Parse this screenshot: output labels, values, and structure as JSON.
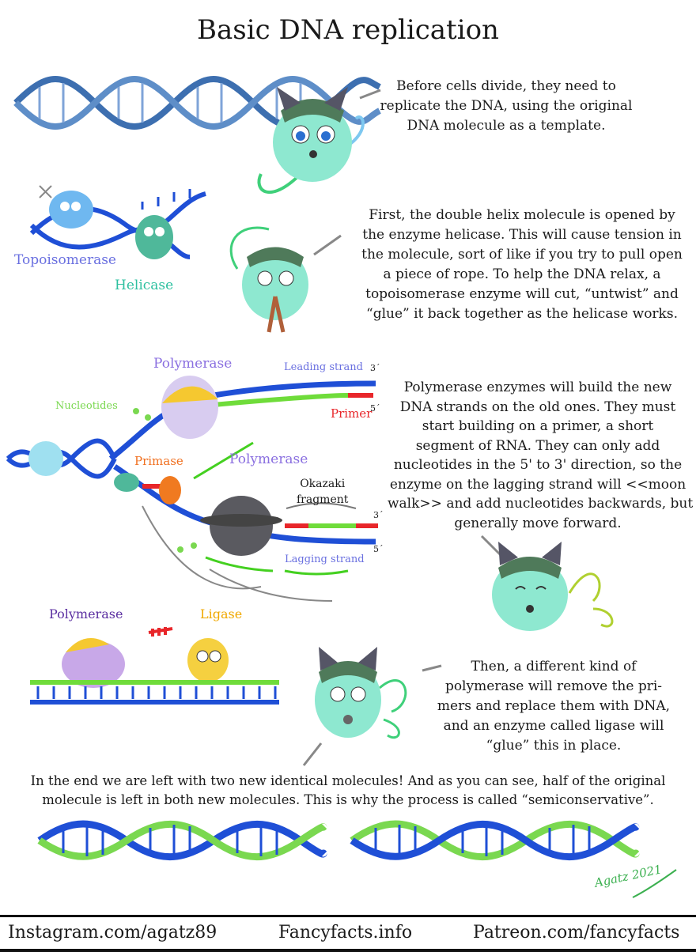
{
  "title": "Basic DNA replication",
  "intro": {
    "lines": [
      "Before cells divide, they need to",
      "replicate the DNA, using the original",
      "DNA molecule as a template."
    ]
  },
  "unwinding": {
    "labels": {
      "topoisomerase": "Topoisomerase",
      "helicase": "Helicase"
    },
    "lines": [
      "First, the double helix molecule is opened by",
      "the enzyme helicase. This will cause tension in",
      "the molecule, sort of like if you try to pull open",
      "a piece of rope. To help the DNA relax, a",
      "topoisomerase enzyme will cut, “untwist” and",
      "“glue” it back together as the helicase works."
    ]
  },
  "fork": {
    "labels": {
      "polymerase_top": "Polymerase",
      "leading_strand": "Leading strand",
      "nucleotides": "Nucleotides",
      "primer": "Primer",
      "primase": "Primase",
      "polymerase_bottom": "Polymerase",
      "okazaki_1": "Okazaki",
      "okazaki_2": "fragment",
      "lagging_strand": "Lagging strand",
      "three_prime_top": "3´",
      "five_prime_top": "5´",
      "three_prime_bottom": "3´",
      "five_prime_bottom": "5´"
    },
    "lines": [
      "Polymerase enzymes will build the new",
      "DNA strands on the old ones. They must",
      "start building on a primer, a short",
      "segment of RNA. They can only add",
      "nucleotides in the 5' to 3' direction, so the",
      "enzyme on the lagging strand will <<moon",
      "walk>> and add nucleotides backwards, but",
      "generally move forward."
    ]
  },
  "ligation": {
    "labels": {
      "polymerase": "Polymerase",
      "ligase": "Ligase"
    },
    "lines": [
      "Then, a different kind of",
      "polymerase will remove the pri-",
      "mers and replace them with DNA,",
      "and an enzyme called ligase will",
      "“glue” this in place."
    ]
  },
  "conclusion": {
    "lines": [
      "In the end we are left with two new identical molecules! And as you can see, half of the original",
      "molecule is left in both new molecules. This is why the process is called “semiconservative”."
    ]
  },
  "signature": {
    "text": "Agatz 2021"
  },
  "footer": {
    "instagram": "Instagram.com/agatz89",
    "website": "Fancyfacts.info",
    "patreon": "Patreon.com/fancyfacts"
  },
  "colors": {
    "dna_blue": "#1f4fd6",
    "new_strand_green": "#6fdc3a",
    "primer_red": "#e8262a",
    "polymerase_label": "#8a6fe0",
    "primase_label": "#f07020",
    "helicase_label": "#2ec0a0",
    "ligase_label": "#f0a800",
    "signature_green": "#3cb050"
  }
}
